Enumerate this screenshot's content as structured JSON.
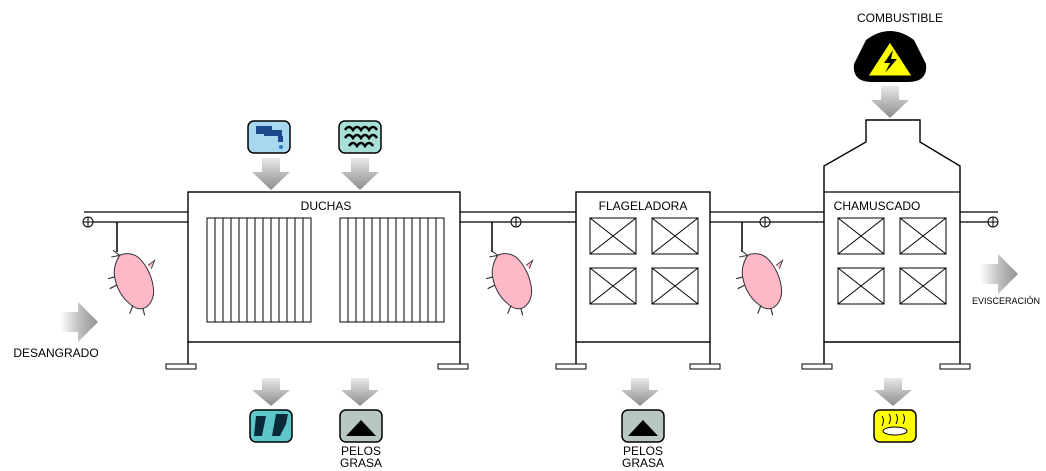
{
  "labels": {
    "combustible": "COMBUSTIBLE",
    "duchas": "DUCHAS",
    "flageladora": "FLAGELADORA",
    "chamuscado": "CHAMUSCADO",
    "desangrado": "DESANGRADO",
    "evisceracion": "EVISCERACIÓN",
    "pelos_1": "PELOS",
    "grasa_1": "GRASA",
    "pelos_2": "PELOS",
    "grasa_2": "GRASA"
  },
  "icons": {
    "water_input": "water-tap-icon",
    "steam_input": "steam-icon",
    "fuel_input": "fire-hazard-icon",
    "waste_water": "waste-water-icon",
    "hair_grease_1": "hair-grease-icon",
    "hair_grease_2": "hair-grease-icon",
    "burner": "burner-icon",
    "carcass": "pig-carcass-icon"
  },
  "colors": {
    "water": "#a8d8f0",
    "waste_water": "#5cc6c8",
    "steam_bg": "#a8e0d8",
    "hair_bg": "#b8c8c0",
    "fuel": "#ffff00",
    "burner": "#ffff00",
    "pig": "#ffb8c8",
    "arrow": "#a0a0a0"
  }
}
